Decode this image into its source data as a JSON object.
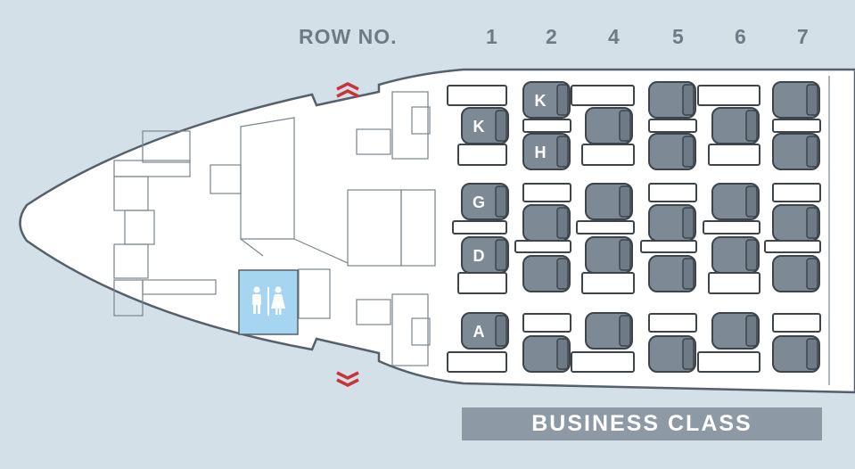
{
  "header": {
    "row_label": "ROW NO.",
    "rows": [
      "1",
      "2",
      "4",
      "5",
      "6",
      "7"
    ]
  },
  "seat_letters": {
    "row1": [
      "K",
      "G",
      "D",
      "A"
    ],
    "row2": [
      "K",
      "H"
    ]
  },
  "cabin_label": "BUSINESS CLASS",
  "icons": {
    "lavatory": "restroom-icon",
    "exit": "exit-chevron-icon"
  },
  "colors": {
    "background": "#d4e0e8",
    "seat": "#7d8a96",
    "lavatory": "#a5d5f1",
    "exit": "#c8343a",
    "banner": "#8d99a4"
  }
}
